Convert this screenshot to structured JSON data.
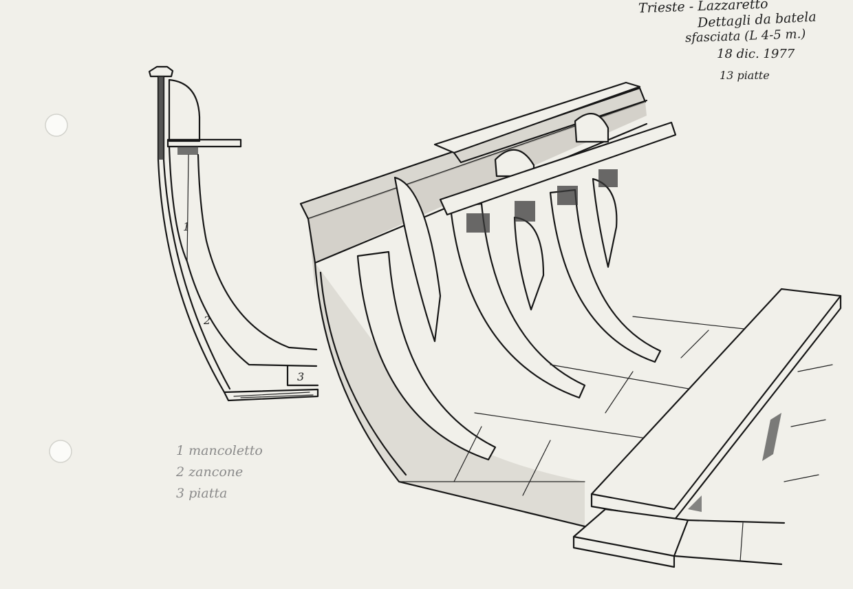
{
  "annotations": {
    "line1": "Trieste - Lazzaretto",
    "line2": "Dettagli da batela",
    "line3": "sfasciata (L 4-5 m.)",
    "date": "18 dic. 1977",
    "count": "13 piatte"
  },
  "section_numbers": {
    "n1": "1",
    "n2": "2",
    "n3": "3"
  },
  "legend": [
    {
      "text": "1 mancoletto"
    },
    {
      "text": "2 zancone"
    },
    {
      "text": "3 piatta"
    }
  ],
  "colors": {
    "paper": "#f1f0ea",
    "ink": "#161616",
    "pencil": "#8a8a8a"
  }
}
